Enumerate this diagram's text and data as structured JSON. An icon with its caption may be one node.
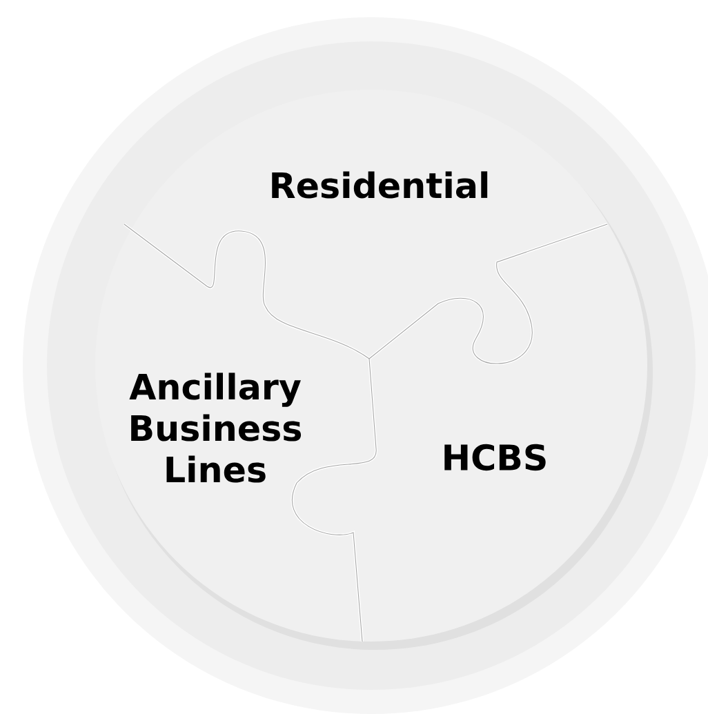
{
  "diagram": {
    "nodes": [
      {
        "text": [
          "Residential"
        ]
      },
      {
        "text": [
          "Ancillary Business Lines"
        ]
      },
      {
        "text": [
          "HCBS"
        ]
      }
    ]
  }
}
